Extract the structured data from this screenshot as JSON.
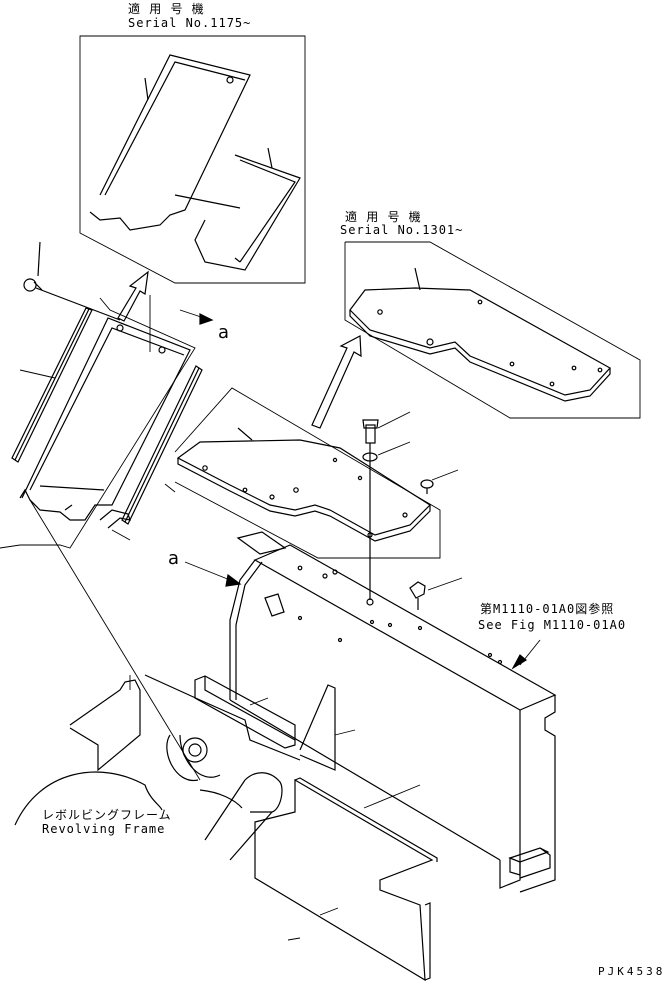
{
  "inset_1175": {
    "title_jp": "適 用 号 機",
    "serial": "Serial No.1175~"
  },
  "inset_1301": {
    "title_jp": "適 用 号 機",
    "serial": "Serial No.1301~"
  },
  "section_marker": {
    "top": "a",
    "side": "a"
  },
  "reference": {
    "jp": "第M1110-01A0図参照",
    "en": "See Fig M1110-01A0"
  },
  "frame": {
    "jp": "レボルビングフレーム",
    "en": "Revolving Frame"
  },
  "drawing_code": "PJK4538"
}
